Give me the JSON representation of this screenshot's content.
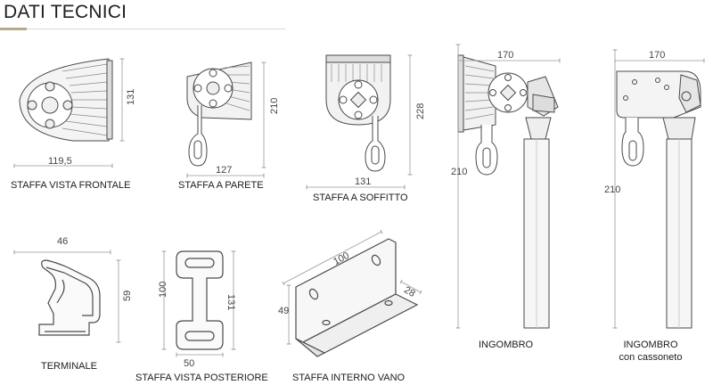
{
  "page": {
    "title": "DATI TECNICI"
  },
  "items": [
    {
      "caption": "STAFFA VISTA FRONTALE",
      "dims": {
        "width": "119,5",
        "height": "131"
      }
    },
    {
      "caption": "STAFFA A PARETE",
      "dims": {
        "width": "127",
        "height": "210"
      }
    },
    {
      "caption": "STAFFA A SOFFITTO",
      "dims": {
        "width": "131",
        "height": "228"
      }
    },
    {
      "caption": "INGOMBRO",
      "dims": {
        "width": "170",
        "height": "210"
      }
    },
    {
      "caption_line1": "INGOMBRO",
      "caption_line2": "con cassoneto",
      "dims": {
        "width": "170",
        "height": "210"
      }
    },
    {
      "caption": "TERMINALE",
      "dims": {
        "width": "46",
        "height": "59"
      }
    },
    {
      "caption": "STAFFA VISTA POSTERIORE",
      "dims": {
        "width": "50",
        "height_left": "100",
        "height_right": "131"
      }
    },
    {
      "caption": "STAFFA INTERNO VANO",
      "dims": {
        "length": "100",
        "depth": "28",
        "height": "49"
      }
    }
  ],
  "colors": {
    "line": "#4a4a4a",
    "dim": "#8a8a8a",
    "accent": "#b8a88a"
  }
}
